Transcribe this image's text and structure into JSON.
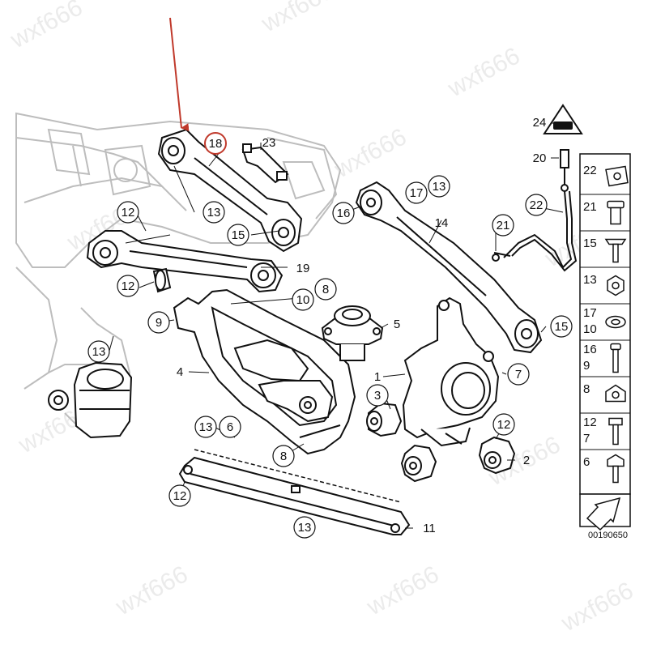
{
  "diagram": {
    "document_number": "00190650",
    "watermark": "wxf666",
    "highlighted_part": "18",
    "colors": {
      "line": "#111111",
      "ghost": "#bdbdbd",
      "arrow": "#c0392b",
      "highlight": "#c0392b",
      "watermark": "#d4d4d4"
    },
    "callouts": [
      {
        "label": "18",
        "circled": true,
        "highlight": true
      },
      {
        "label": "23",
        "circled": false
      },
      {
        "label": "12",
        "circled": true
      },
      {
        "label": "13",
        "circled": true
      },
      {
        "label": "15",
        "circled": true
      },
      {
        "label": "19",
        "circled": false
      },
      {
        "label": "12",
        "circled": true
      },
      {
        "label": "10",
        "circled": true
      },
      {
        "label": "8",
        "circled": true
      },
      {
        "label": "9",
        "circled": true
      },
      {
        "label": "5",
        "circled": false
      },
      {
        "label": "13",
        "circled": true
      },
      {
        "label": "4",
        "circled": false
      },
      {
        "label": "1",
        "circled": false
      },
      {
        "label": "3",
        "circled": true
      },
      {
        "label": "13",
        "circled": true
      },
      {
        "label": "6",
        "circled": true
      },
      {
        "label": "8",
        "circled": true
      },
      {
        "label": "12",
        "circled": true
      },
      {
        "label": "13",
        "circled": true
      },
      {
        "label": "11",
        "circled": false
      },
      {
        "label": "12",
        "circled": true
      },
      {
        "label": "2",
        "circled": false
      },
      {
        "label": "7",
        "circled": true
      },
      {
        "label": "15",
        "circled": true
      },
      {
        "label": "14",
        "circled": false
      },
      {
        "label": "17",
        "circled": true
      },
      {
        "label": "13",
        "circled": true
      },
      {
        "label": "16",
        "circled": true
      },
      {
        "label": "24",
        "circled": false
      },
      {
        "label": "20",
        "circled": false
      },
      {
        "label": "22",
        "circled": true
      },
      {
        "label": "21",
        "circled": true
      }
    ],
    "key_rows": [
      {
        "labels": [
          "22"
        ],
        "icon": "sensor-bracket-icon"
      },
      {
        "labels": [
          "21"
        ],
        "icon": "bolt-icon"
      },
      {
        "labels": [
          "15"
        ],
        "icon": "flange-bolt-icon"
      },
      {
        "labels": [
          "13"
        ],
        "icon": "hex-nut-icon"
      },
      {
        "labels": [
          "17",
          "10"
        ],
        "icon": "washer-icon"
      },
      {
        "labels": [
          "16",
          "9"
        ],
        "icon": "long-bolt-icon"
      },
      {
        "labels": [
          "8"
        ],
        "icon": "collar-nut-icon"
      },
      {
        "labels": [
          "12",
          "7"
        ],
        "icon": "hex-bolt-icon"
      },
      {
        "labels": [
          "6"
        ],
        "icon": "stud-bolt-icon"
      },
      {
        "labels": [],
        "icon": "direction-arrow-icon"
      }
    ]
  }
}
